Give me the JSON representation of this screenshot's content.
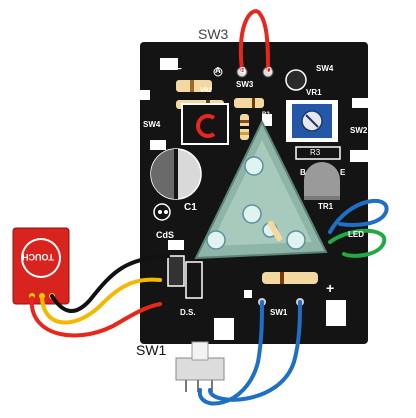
{
  "labels": {
    "sw3_title": "SW3",
    "sw1_title": "SW1",
    "sw3_silk": "SW3",
    "sw4_top": "SW4",
    "sw4_left": "SW4",
    "sw2": "SW2",
    "sw1_silk": "SW1",
    "vr1": "VR1",
    "vr2": "VR2",
    "r2": "R2",
    "r3": "R3",
    "tr1": "TR1",
    "c1": "C1",
    "cds": "CdS",
    "ds": "D.S.",
    "led": "LED",
    "pin_a": "A",
    "pin_b": "B",
    "pin_c": "C",
    "tr_b": "B",
    "tr_e": "E",
    "plus": "+",
    "minus": "−",
    "touch": "TOUCH"
  },
  "colors": {
    "board": "#141414",
    "pad": "#ffffff",
    "wire_red": "#e8271c",
    "wire_black": "#111111",
    "wire_yellow": "#f5b800",
    "wire_blue": "#1f6fc4",
    "wire_green": "#22a845",
    "touch_module": "#d8231f",
    "reflector": "#8db5a8",
    "vr1_body": "#2457a8"
  }
}
